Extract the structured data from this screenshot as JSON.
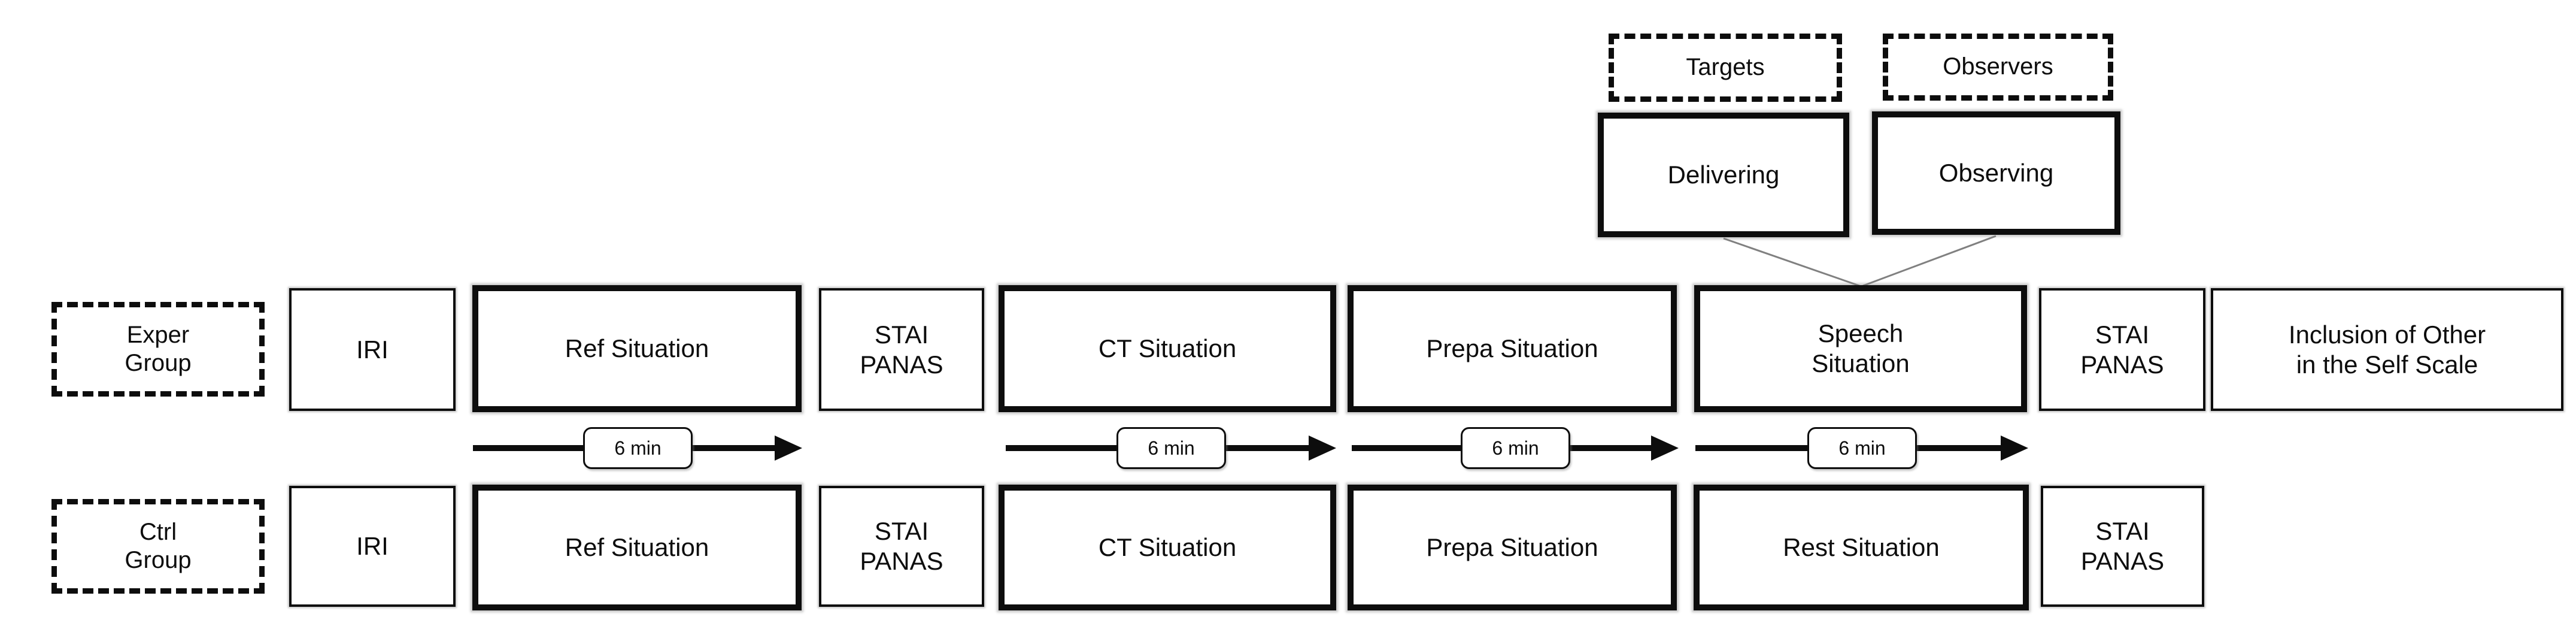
{
  "figure": {
    "top_cluster": {
      "targets": "Targets",
      "observers": "Observers",
      "delivering": "Delivering",
      "observing": "Observing"
    },
    "rows": {
      "exper": {
        "group_label": "Exper\nGroup",
        "iri": "IRI",
        "ref": "Ref Situation",
        "stai_panas_1": "STAI\nPANAS",
        "ct": "CT Situation",
        "prepa": "Prepa Situation",
        "speech": "Speech\nSituation",
        "stai_panas_2": "STAI\nPANAS",
        "inclusion": "Inclusion of Other\nin the Self Scale"
      },
      "ctrl": {
        "group_label": "Ctrl\nGroup",
        "iri": "IRI",
        "ref": "Ref Situation",
        "stai_panas_1": "STAI\nPANAS",
        "ct": "CT Situation",
        "prepa": "Prepa Situation",
        "rest": "Rest Situation",
        "stai_panas_2": "STAI\nPANAS"
      }
    },
    "arrows": {
      "duration_label": "6 min"
    },
    "colors": {
      "box_border": "#0d0d0d",
      "box_fill": "#ffffff",
      "connector_line": "#808080"
    }
  }
}
